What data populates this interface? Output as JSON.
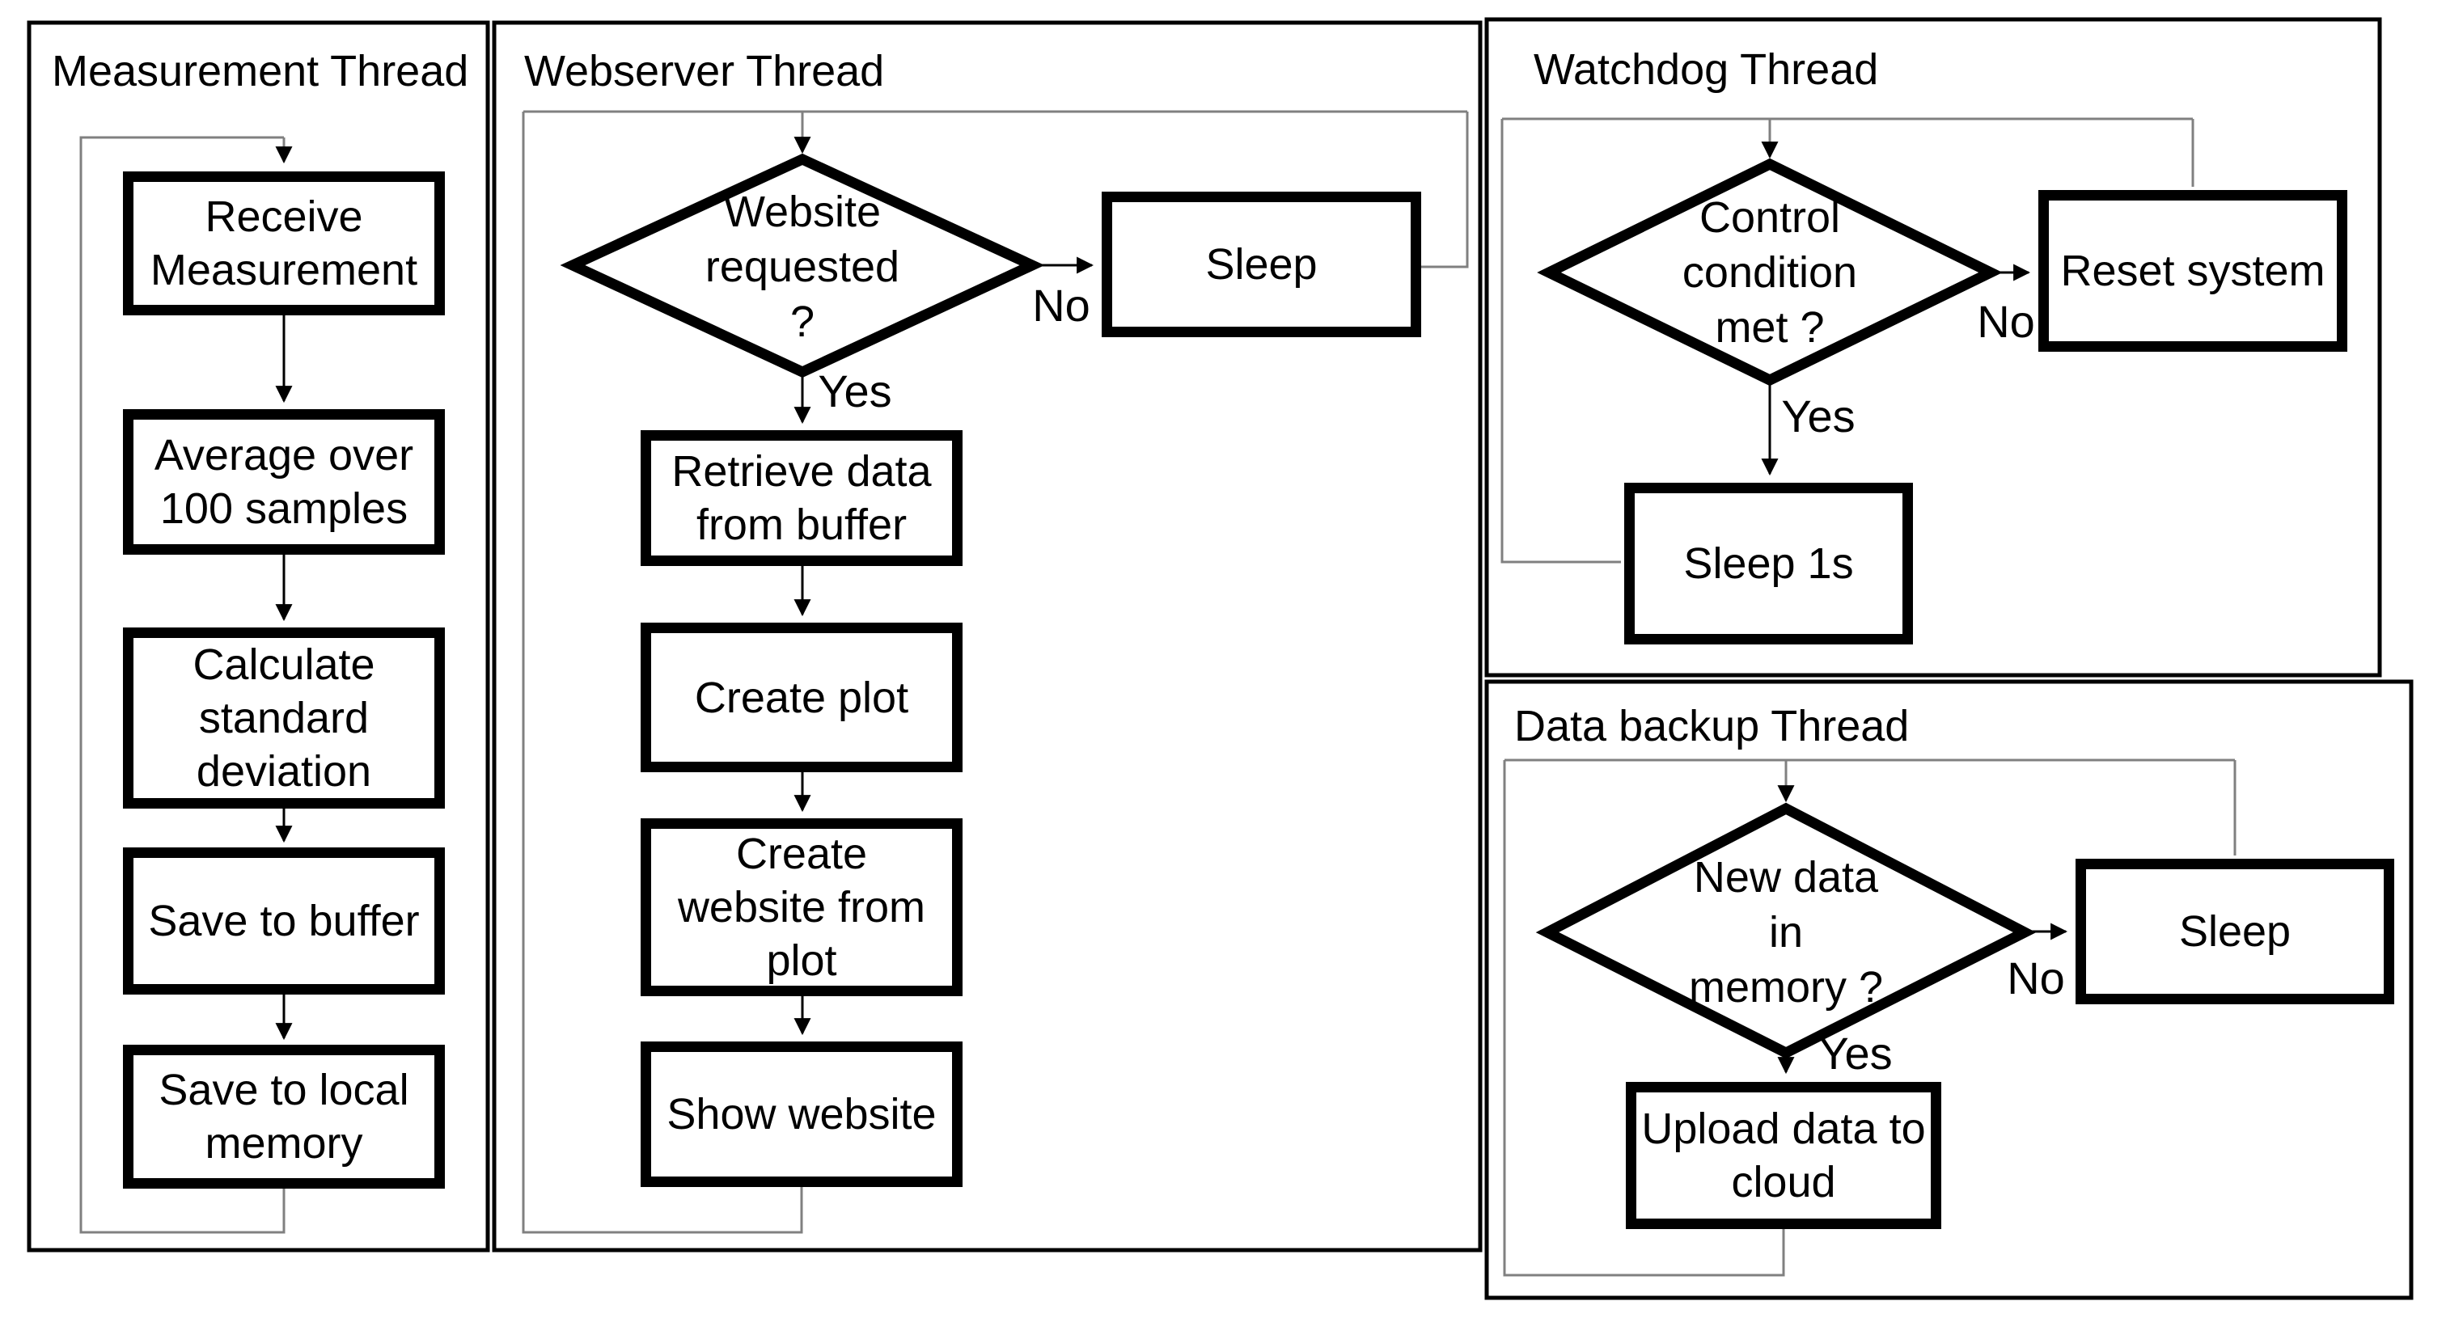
{
  "diagram": {
    "type": "flowchart",
    "background_color": "#ffffff",
    "shape_color": "#000000",
    "connector_color": "#808080",
    "panels": [
      {
        "title": "Measurement Thread",
        "steps": [
          "Receive\nMeasurement",
          "Average over\n100 samples",
          "Calculate\nstandard\ndeviation",
          "Save to buffer",
          "Save to local\nmemory"
        ]
      },
      {
        "title": "Webserver Thread",
        "decision": "Website\nrequested\n?",
        "branch_no": "No",
        "branch_yes": "Yes",
        "no_step": "Sleep",
        "steps": [
          "Retrieve data\nfrom buffer",
          "Create plot",
          "Create\nwebsite from\nplot",
          "Show website"
        ]
      },
      {
        "title": "Watchdog Thread",
        "decision": "Control\ncondition\nmet ?",
        "branch_no": "No",
        "branch_yes": "Yes",
        "no_step": "Reset system",
        "steps": [
          "Sleep 1s"
        ]
      },
      {
        "title": "Data backup Thread",
        "decision": "New data\nin\nmemory ?",
        "branch_no": "No",
        "branch_yes": "Yes",
        "no_step": "Sleep",
        "steps": [
          "Upload data to\ncloud"
        ]
      }
    ]
  }
}
